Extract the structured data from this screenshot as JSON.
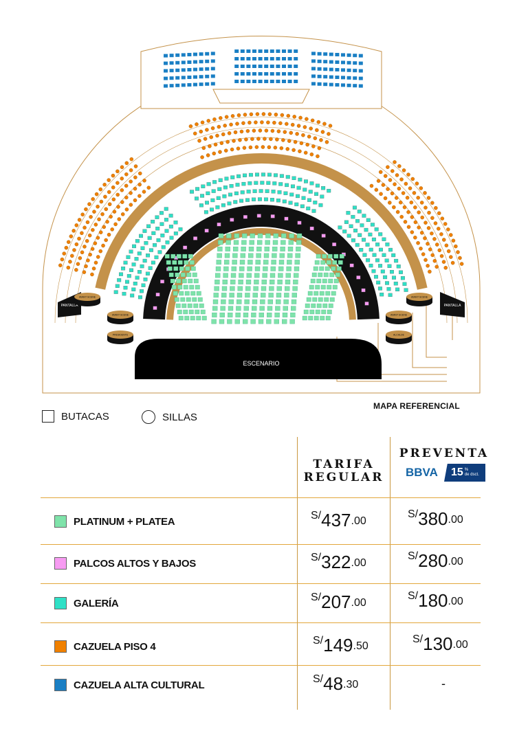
{
  "map": {
    "stage_label": "ESCENARIO",
    "screen_label": "PANTALLA",
    "box_labels": {
      "avant_scene": "AVANT SCENE",
      "presidente": "PRESIDENTE",
      "alcalde": "ALCALDE"
    },
    "reference_label": "MAPA REFERENCIAL"
  },
  "legend": {
    "butacas": "BUTACAS",
    "sillas": "SILLAS"
  },
  "colors": {
    "gold": "#c4924a",
    "platinum": "#7fe3aa",
    "palcos": "#f79bf2",
    "galeria": "#2fe0c6",
    "cazuela": "#f08000",
    "alta": "#1a7fc4",
    "border": "#e2a63a"
  },
  "table": {
    "header_regular": [
      "TARIFA",
      "REGULAR"
    ],
    "header_preventa": "PREVENTA",
    "bbva": {
      "brand": "BBVA",
      "discount": "15",
      "percent": "%",
      "note": "de dsct."
    },
    "rows": [
      {
        "label": "PLATINUM + PLATEA",
        "color": "#7fe3aa",
        "regular": {
          "cur": "S/",
          "int": "437",
          "dec": ".00"
        },
        "preventa": {
          "cur": "S/",
          "int": "380",
          "dec": ".00"
        }
      },
      {
        "label": "PALCOS ALTOS Y BAJOS",
        "color": "#f79bf2",
        "regular": {
          "cur": "S/",
          "int": "322",
          "dec": ".00"
        },
        "preventa": {
          "cur": "S/",
          "int": "280",
          "dec": ".00"
        }
      },
      {
        "label": "GALERÍA",
        "color": "#2fe0c6",
        "regular": {
          "cur": "S/",
          "int": "207",
          "dec": ".00"
        },
        "preventa": {
          "cur": "S/",
          "int": "180",
          "dec": ".00"
        }
      },
      {
        "label": "CAZUELA PISO 4",
        "color": "#f08000",
        "regular": {
          "cur": "S/",
          "int": "149",
          "dec": ".50"
        },
        "preventa": {
          "cur": "S/",
          "int": "130",
          "dec": ".00"
        }
      },
      {
        "label": "CAZUELA ALTA CULTURAL",
        "color": "#1a7fc4",
        "regular": {
          "cur": "S/",
          "int": "48",
          "dec": ".30"
        },
        "preventa": "-"
      }
    ]
  }
}
